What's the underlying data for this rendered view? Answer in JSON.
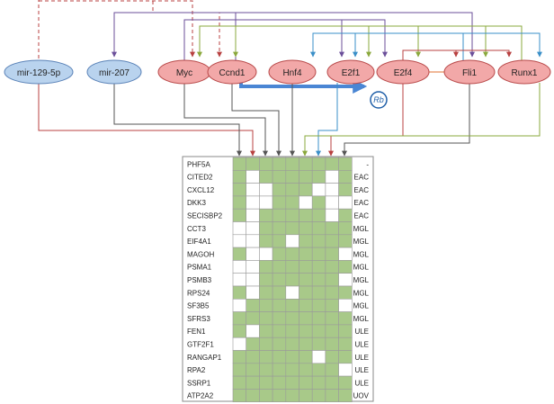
{
  "nodes": [
    {
      "id": "mir129",
      "label": "mir-129-5p",
      "kind": "mirna"
    },
    {
      "id": "mir207",
      "label": "mir-207",
      "kind": "mirna"
    },
    {
      "id": "myc",
      "label": "Myc",
      "kind": "tf"
    },
    {
      "id": "ccnd1",
      "label": "Ccnd1",
      "kind": "tf"
    },
    {
      "id": "hnf4",
      "label": "Hnf4",
      "kind": "tf"
    },
    {
      "id": "e2f1",
      "label": "E2f1",
      "kind": "tf"
    },
    {
      "id": "e2f4",
      "label": "E2f4",
      "kind": "tf"
    },
    {
      "id": "fli1",
      "label": "Fli1",
      "kind": "tf"
    },
    {
      "id": "runx1",
      "label": "Runx1",
      "kind": "tf"
    }
  ],
  "rb_label": "Rb",
  "colors": {
    "mirna_fill": "#b9d3ee",
    "mirna_stroke": "#5b83b8",
    "tf_fill": "#f2a8a8",
    "tf_stroke": "#b94a4a",
    "cell_on": "#a8c989",
    "cell_off": "#ffffff",
    "grid": "#9a9a9a",
    "rb_arrow": "#4a86d4"
  },
  "genes": [
    {
      "name": "PHF5A",
      "category": "-",
      "cells": [
        1,
        1,
        1,
        1,
        1,
        1,
        1,
        1,
        1
      ]
    },
    {
      "name": "CITED2",
      "category": "EAC",
      "cells": [
        1,
        0,
        1,
        1,
        1,
        1,
        1,
        0,
        1
      ]
    },
    {
      "name": "CXCL12",
      "category": "EAC",
      "cells": [
        1,
        0,
        0,
        1,
        1,
        1,
        0,
        0,
        1
      ]
    },
    {
      "name": "DKK3",
      "category": "EAC",
      "cells": [
        1,
        0,
        0,
        1,
        1,
        0,
        1,
        0,
        0
      ]
    },
    {
      "name": "SECISBP2",
      "category": "EAC",
      "cells": [
        1,
        0,
        1,
        1,
        1,
        1,
        1,
        0,
        1
      ]
    },
    {
      "name": "CCT3",
      "category": "MGL",
      "cells": [
        0,
        0,
        1,
        1,
        1,
        1,
        1,
        1,
        1
      ]
    },
    {
      "name": "EIF4A1",
      "category": "MGL",
      "cells": [
        0,
        0,
        1,
        1,
        0,
        1,
        1,
        1,
        1
      ]
    },
    {
      "name": "MAGOH",
      "category": "MGL",
      "cells": [
        1,
        0,
        0,
        1,
        1,
        1,
        1,
        1,
        0
      ]
    },
    {
      "name": "PSMA1",
      "category": "MGL",
      "cells": [
        0,
        0,
        1,
        1,
        1,
        1,
        1,
        1,
        1
      ]
    },
    {
      "name": "PSMB3",
      "category": "MGL",
      "cells": [
        0,
        0,
        1,
        1,
        1,
        1,
        1,
        1,
        0
      ]
    },
    {
      "name": "RPS24",
      "category": "MGL",
      "cells": [
        1,
        0,
        1,
        1,
        0,
        1,
        1,
        1,
        1
      ]
    },
    {
      "name": "SF3B5",
      "category": "MGL",
      "cells": [
        0,
        1,
        1,
        1,
        1,
        1,
        1,
        1,
        0
      ]
    },
    {
      "name": "SFRS3",
      "category": "MGL",
      "cells": [
        1,
        1,
        1,
        1,
        1,
        1,
        1,
        1,
        1
      ]
    },
    {
      "name": "FEN1",
      "category": "ULE",
      "cells": [
        1,
        0,
        1,
        1,
        1,
        1,
        1,
        1,
        1
      ]
    },
    {
      "name": "GTF2F1",
      "category": "ULE",
      "cells": [
        0,
        1,
        1,
        1,
        1,
        1,
        1,
        1,
        1
      ]
    },
    {
      "name": "RANGAP1",
      "category": "ULE",
      "cells": [
        1,
        1,
        1,
        1,
        1,
        1,
        0,
        1,
        1
      ]
    },
    {
      "name": "RPA2",
      "category": "ULE",
      "cells": [
        1,
        1,
        1,
        1,
        1,
        1,
        1,
        1,
        0
      ]
    },
    {
      "name": "SSRP1",
      "category": "ULE",
      "cells": [
        1,
        1,
        1,
        1,
        1,
        1,
        1,
        1,
        1
      ]
    },
    {
      "name": "ATP2A2",
      "category": "UOV",
      "cells": [
        1,
        1,
        1,
        1,
        1,
        1,
        1,
        1,
        1
      ]
    }
  ]
}
